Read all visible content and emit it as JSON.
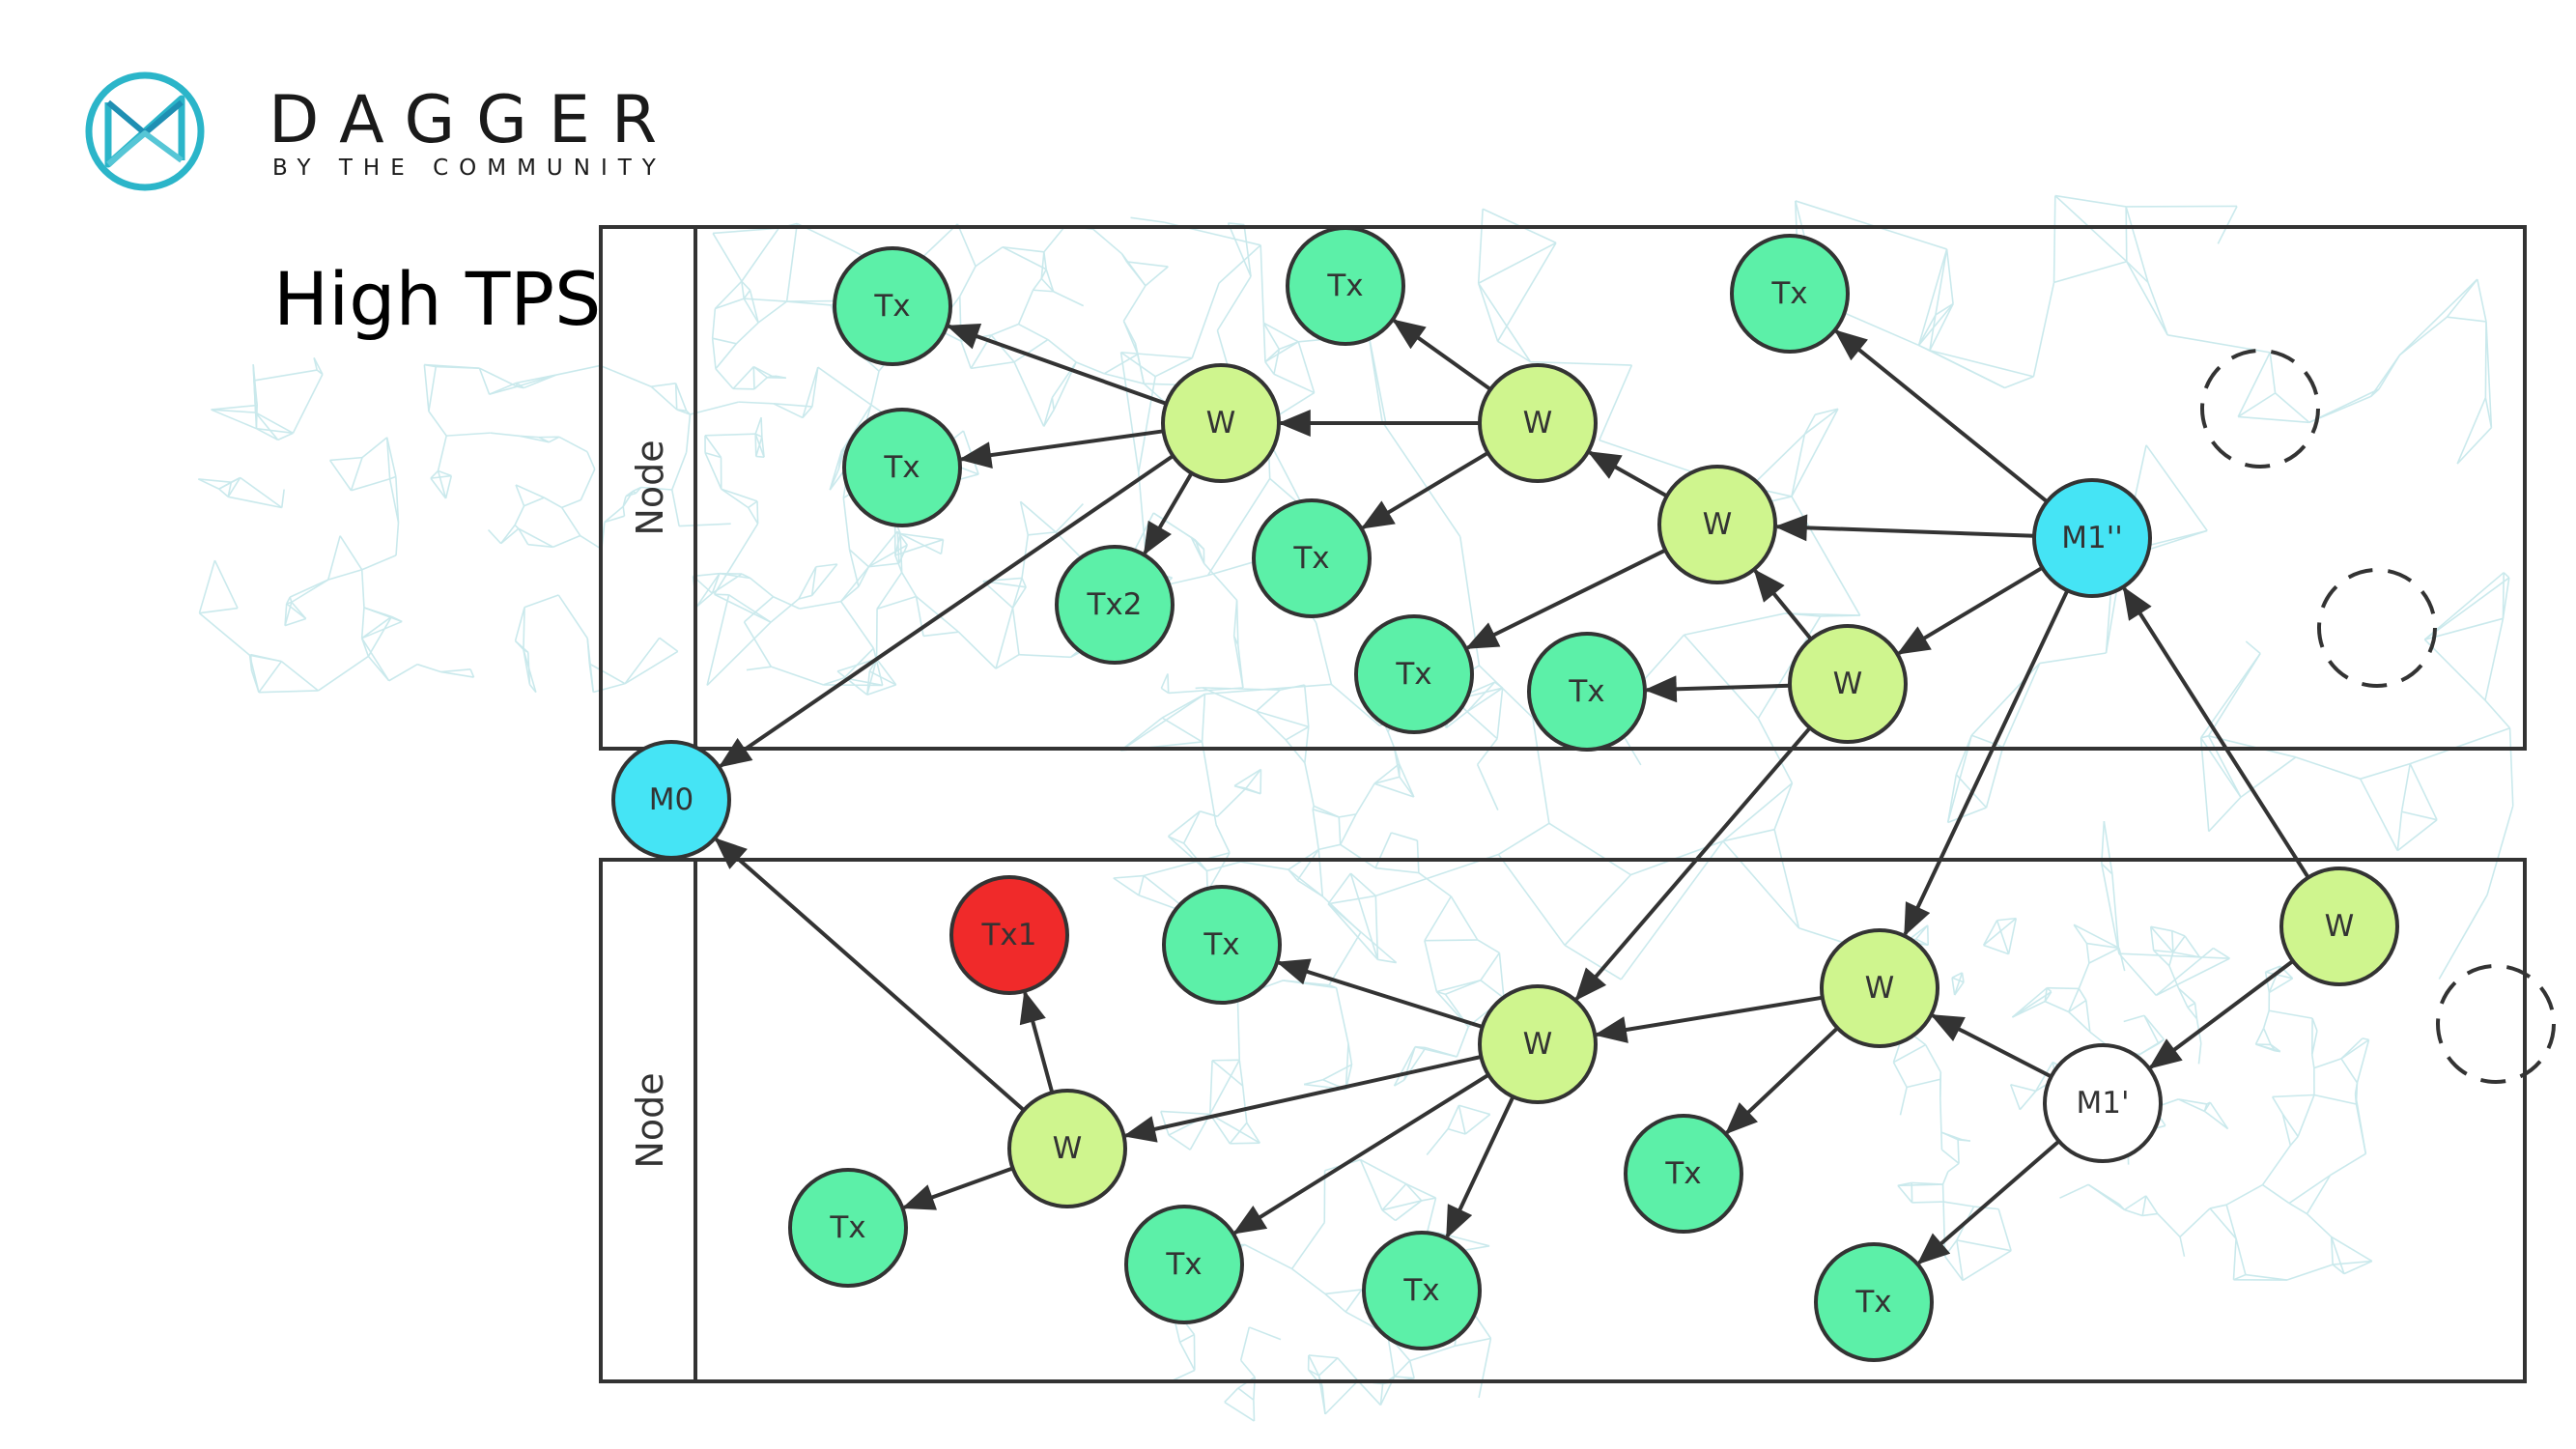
{
  "logo": {
    "name": "DAGGER",
    "tagline": "BY THE COMMUNITY",
    "accent": "#2bb5c9"
  },
  "title": "High TPS",
  "lanes": [
    {
      "id": "top",
      "label": "Node"
    },
    {
      "id": "bottom",
      "label": "Node"
    }
  ],
  "colors": {
    "tx": "#5cf0a8",
    "witness": "#cff58e",
    "main": "#45e4f5",
    "conflict": "#f02a2a",
    "pending": "#ffffff",
    "edge": "#333333",
    "map": "#9fd8de"
  },
  "nodes": [
    {
      "id": "m0",
      "label": "M0",
      "kind": "main"
    },
    {
      "id": "m1pp",
      "label": "M1''",
      "kind": "main"
    },
    {
      "id": "m1p",
      "label": "M1'",
      "kind": "pending"
    },
    {
      "id": "w_t1",
      "label": "W",
      "kind": "witness"
    },
    {
      "id": "w_t2",
      "label": "W",
      "kind": "witness"
    },
    {
      "id": "w_t3",
      "label": "W",
      "kind": "witness"
    },
    {
      "id": "w_t4",
      "label": "W",
      "kind": "witness"
    },
    {
      "id": "w_b1",
      "label": "W",
      "kind": "witness"
    },
    {
      "id": "w_b2",
      "label": "W",
      "kind": "witness"
    },
    {
      "id": "w_b3",
      "label": "W",
      "kind": "witness"
    },
    {
      "id": "w_b4",
      "label": "W",
      "kind": "witness"
    },
    {
      "id": "tx_t1",
      "label": "Tx",
      "kind": "tx"
    },
    {
      "id": "tx_t2",
      "label": "Tx",
      "kind": "tx"
    },
    {
      "id": "tx2",
      "label": "Tx2",
      "kind": "tx"
    },
    {
      "id": "tx_t3",
      "label": "Tx",
      "kind": "tx"
    },
    {
      "id": "tx_t4",
      "label": "Tx",
      "kind": "tx"
    },
    {
      "id": "tx_t5",
      "label": "Tx",
      "kind": "tx"
    },
    {
      "id": "tx_t6",
      "label": "Tx",
      "kind": "tx"
    },
    {
      "id": "tx_t7",
      "label": "Tx",
      "kind": "tx"
    },
    {
      "id": "tx1",
      "label": "Tx1",
      "kind": "conflict"
    },
    {
      "id": "tx_b1",
      "label": "Tx",
      "kind": "tx"
    },
    {
      "id": "tx_b2",
      "label": "Tx",
      "kind": "tx"
    },
    {
      "id": "tx_b3",
      "label": "Tx",
      "kind": "tx"
    },
    {
      "id": "tx_b4",
      "label": "Tx",
      "kind": "tx"
    },
    {
      "id": "tx_b5",
      "label": "Tx",
      "kind": "tx"
    },
    {
      "id": "tx_b6",
      "label": "Tx",
      "kind": "tx"
    },
    {
      "id": "d1",
      "label": "",
      "kind": "placeholder"
    },
    {
      "id": "d2",
      "label": "",
      "kind": "placeholder"
    },
    {
      "id": "d3",
      "label": "",
      "kind": "placeholder"
    }
  ],
  "edges": [
    [
      "w_t1",
      "tx_t1"
    ],
    [
      "w_t1",
      "tx_t2"
    ],
    [
      "w_t1",
      "tx2"
    ],
    [
      "w_t1",
      "m0"
    ],
    [
      "w_t2",
      "tx_t3"
    ],
    [
      "w_t2",
      "w_t1"
    ],
    [
      "w_t2",
      "tx_t4"
    ],
    [
      "w_t3",
      "w_t2"
    ],
    [
      "w_t3",
      "tx_t5"
    ],
    [
      "w_t4",
      "w_t3"
    ],
    [
      "w_t4",
      "tx_t6"
    ],
    [
      "w_t4",
      "w_b2"
    ],
    [
      "m1pp",
      "tx_t7"
    ],
    [
      "m1pp",
      "w_t3"
    ],
    [
      "m1pp",
      "w_t4"
    ],
    [
      "m1pp",
      "w_b3"
    ],
    [
      "w_b4",
      "m1pp"
    ],
    [
      "w_b4",
      "m1p"
    ],
    [
      "m1p",
      "w_b3"
    ],
    [
      "m1p",
      "tx_b6"
    ],
    [
      "w_b3",
      "w_b2"
    ],
    [
      "w_b3",
      "tx_b5"
    ],
    [
      "w_b2",
      "tx_b1"
    ],
    [
      "w_b2",
      "w_b1"
    ],
    [
      "w_b2",
      "tx_b3"
    ],
    [
      "w_b2",
      "tx_b4"
    ],
    [
      "w_b1",
      "tx1"
    ],
    [
      "w_b1",
      "tx_b2"
    ],
    [
      "w_b1",
      "m0"
    ]
  ]
}
